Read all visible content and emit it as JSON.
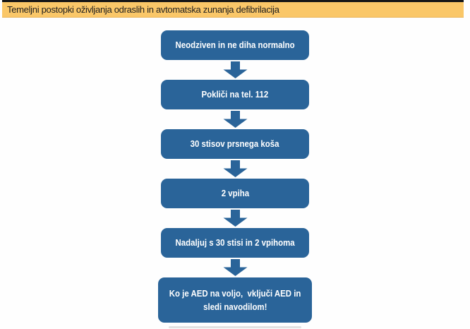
{
  "header": {
    "title": "Temeljni postopki oživljanja odraslih in avtomatska zunanja defibrilacija"
  },
  "steps": [
    {
      "lines": [
        "Neodziven in ne diha normalno"
      ]
    },
    {
      "lines": [
        "Pokliči na tel. 112"
      ]
    },
    {
      "lines": [
        "30 stisov prsnega koša"
      ]
    },
    {
      "lines": [
        "2 vpiha"
      ]
    },
    {
      "lines": [
        "Nadaljuj s 30 stisi in 2 vpihoma"
      ]
    },
    {
      "lines": [
        "Ko je AED na voljo,  vključi AED in",
        "sledi navodilom!"
      ]
    }
  ],
  "icons": {
    "arrow_down": "▼"
  },
  "colors": {
    "title_bar_background": "#FAC768",
    "title_top_rule": "#161616",
    "title_text": "#1E1E1E",
    "box_fill": "#2A6499",
    "box_text": "#FFFFFF",
    "page_background": "#FEFEFE"
  }
}
